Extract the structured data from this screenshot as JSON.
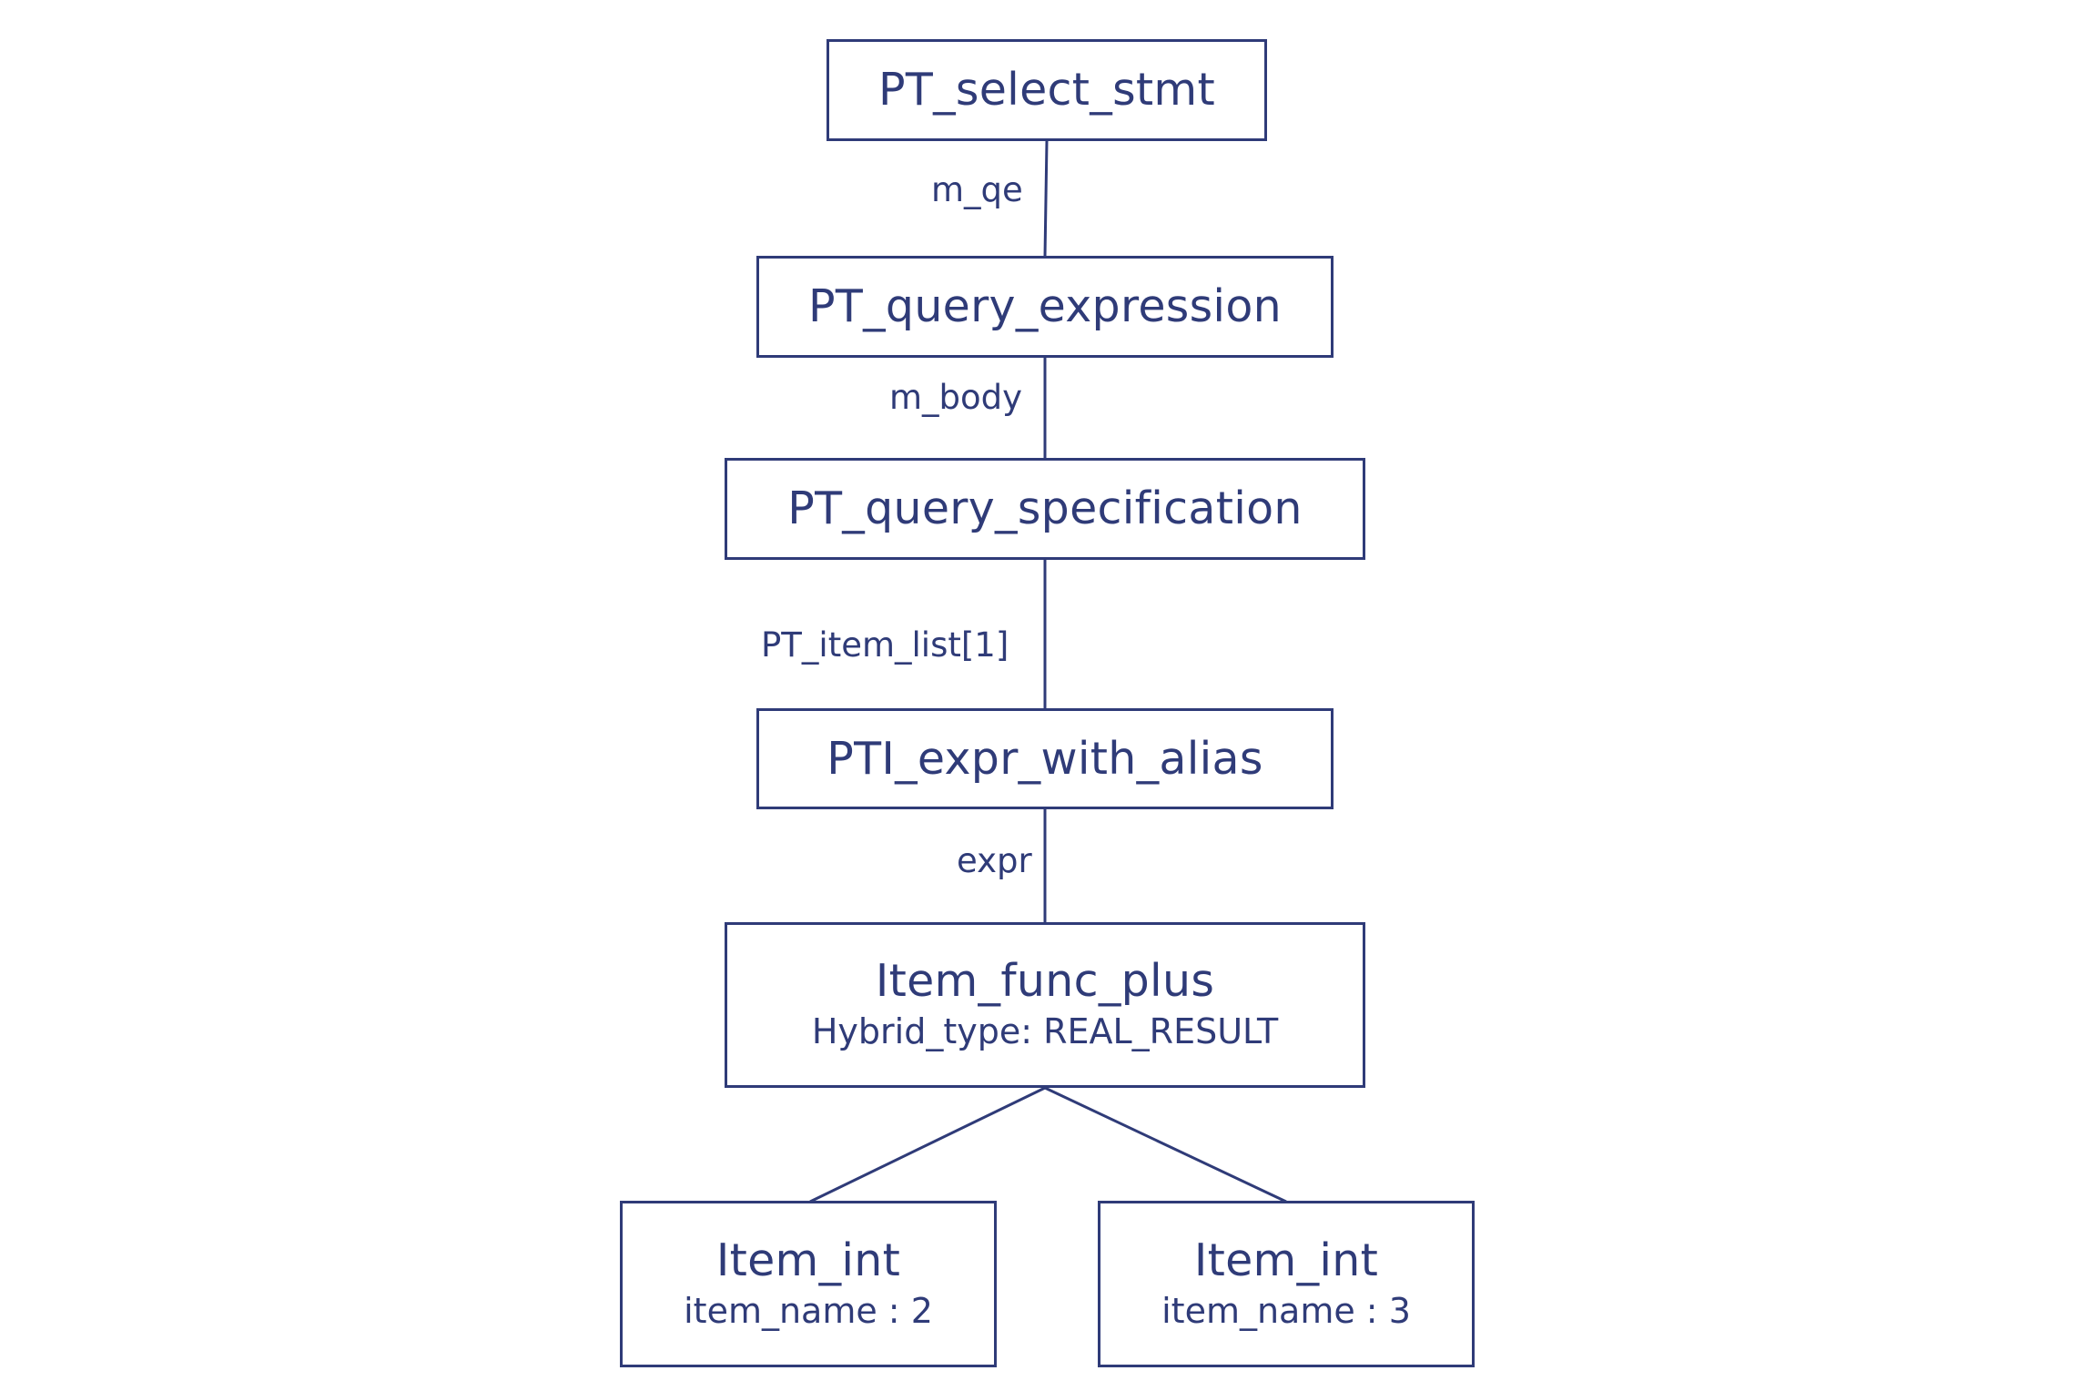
{
  "nodes": {
    "select_stmt": {
      "title": "PT_select_stmt"
    },
    "query_expression": {
      "title": "PT_query_expression"
    },
    "query_specification": {
      "title": "PT_query_specification"
    },
    "expr_with_alias": {
      "title": "PTI_expr_with_alias"
    },
    "func_plus": {
      "title": "Item_func_plus",
      "subtitle": "Hybrid_type: REAL_RESULT"
    },
    "item_int_left": {
      "title": "Item_int",
      "subtitle": "item_name : 2"
    },
    "item_int_right": {
      "title": "Item_int",
      "subtitle": "item_name : 3"
    }
  },
  "edges": {
    "m_qe": "m_qe",
    "m_body": "m_body",
    "item_list": "PT_item_list[1]",
    "expr": "expr"
  },
  "colors": {
    "stroke": "#2f3b78",
    "text": "#2f3b78",
    "background": "#ffffff"
  }
}
